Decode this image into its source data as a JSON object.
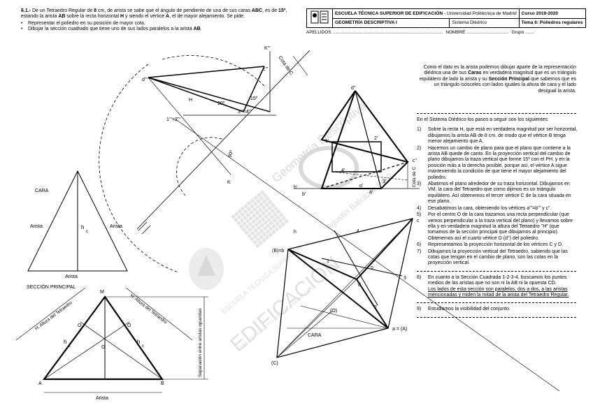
{
  "header": {
    "school": "ESCUELA TÉCNICA SUPERIOR DE EDIFICACIÓN",
    "university": " - Universidad Politécnica de Madrid",
    "course": "Curso 2019-2020",
    "subject": "GEOMETRÍA DESCRIPTIVA I",
    "system": "Sistema Diédrico",
    "topic": "Tema 6: Poliedros regulares",
    "apellidos": "APELLIDOS .........................................................................................",
    "nombre": "NOMBRE ..................................",
    "grupo": "Grupo ......."
  },
  "problem": {
    "number": "6.1.-",
    "text_a": " De un Tetraedro Regular de ",
    "edge": "8",
    "text_b": " cm, de arista se sabe que el ángulo de pendiente de una de sus caras ",
    "face": "ABC",
    "text_c": ", es de ",
    "angle": "15º",
    "text_d": ", estando la arista ",
    "ab": "AB",
    "text_e": " sobre la recta horizontal ",
    "h": "H",
    "text_f": " y siendo el vértice ",
    "a": "A",
    "text_g": ", el de mayor alejamiento. Se pide:",
    "bullet1": "Representar el poliedro en su posición de mayor cota.",
    "bullet2a": "Dibujar la sección cuadrado que tiene uno de sus lados paralelos a la arista ",
    "bullet2b": "AB",
    "bullet2c": "."
  },
  "intro": {
    "a": "Como el dato es la arista podemos dibujar aparte de la representación diédrica una de sus ",
    "caras": "Caras",
    "b": " en verdadera magnitud que es un triángulo equilátero de lado la arista y su ",
    "sp": "Sección Principal",
    "c": " que sabemos que es un triángulo isósceles con lados iguales la altura de cara y el lado desigual la arista."
  },
  "steps_intro": "En el Sistema Diédrico los pasos a seguir son los siguientes:",
  "steps": [
    {
      "n": "1)",
      "t": "Sobre la recta H, que está en verdadera magnitud por ser horizontal, dibujamos la arista AB de 8 cm. de modo que el vértice B tenga menor alejamiento que A."
    },
    {
      "n": "2)",
      "t": "Hacemos un cambio de plano para que el plano que contiene a la arista AB quede de canto. En la proyección vertical del cambio de plano dibujamos la traza vertical que forme 15º con el PH. y en la posición más a la derecha posible, porque así, el vértice A sigue manteniendo la condición de que tiene el mayor alejamiento del poliedro."
    },
    {
      "n": "3)",
      "t": "Abatimos el plano alrededor de su traza horizontal. Dibujamos en VM. la cara del Tetraedro que como dijimos es un triángulo equilátero. Así obtenemos el tercer vértice C de la cara situada en ese plano."
    },
    {
      "n": "4)",
      "t": "Desabatimos la cara, obteniendo los vértices a'''=b''' y c''."
    },
    {
      "n": "5)",
      "t": "Por el centro O de la cara trazamos una recta perpendicular (que vemos perpendicular a la traza vertical del plano) y llevamos sobre ella y en verdadera magnitud la altura del Tetraedro \"H\" (que tomamos de la sección principal que dibujamos al principio). Obtenemos así el cuarto vértice D (d'') del poliedro."
    },
    {
      "n": "6)",
      "t": "Representamos la proyección horizontal de los vértices  C y D."
    },
    {
      "n": "7)",
      "t": "Dibujamos la proyección vertical del Tetraedro, sabiendo que las cotas que tengan en el cambio de plano, son las cotas en la proyección vertical."
    }
  ],
  "step8": {
    "n": "8)",
    "a": "En cuanto a la Sección Cuadrada 1-2-3-4, buscamos los puntos medios de las aristas que no son ni la AB ni la opuesta CD.",
    "b": "Los lados de esta sección son paralelos, dos a dos, a las aristas mencionadas y miden la mitad de la arista del Tetraedro Regular."
  },
  "step9": {
    "n": "9)",
    "t": "Estudiamos la visibilidad del conjunto."
  },
  "labels": {
    "cara": "CARA",
    "arista_l": "Arista",
    "arista_r": "Arista",
    "arista_b": "Arista",
    "hc": "h",
    "hc_sub": "c",
    "seccion": "SECCIÓN PRINCIPAL",
    "m": "M",
    "o1": "O",
    "o2": "O",
    "g": "G",
    "a": "A",
    "b": "B",
    "h_alt_l": "H: Altura del Tetraedro",
    "h_alt_r": "H: Altura del Tetraedro",
    "separacion": "Separación entre aristas opuestas",
    "arista_sp": "Arista",
    "d3": "d'''",
    "c3": "c'''",
    "k3": "K'''",
    "cota_c": "Cota de C",
    "hline": "H",
    "deg90a": "90º",
    "deg15": "15º",
    "p12": "1'''=2'''",
    "p34": "3'''=4'''",
    "deg90b": "90º",
    "k": "K",
    "h_low": "h",
    "bb": "(B)=b",
    "c_low": "c",
    "n1": "1",
    "n2": "2",
    "n3": "3",
    "n4": "4",
    "o_low": "o",
    "d_low": "d",
    "o_cap": "(O)",
    "cara2": "CARA",
    "aA": "a = (A)",
    "cC": "(C)",
    "d2": "d''",
    "n1p": "1'",
    "n2p": "2'",
    "n4p": "4'",
    "n3p": "3'",
    "c2": "c''",
    "a2": "a'",
    "b2": "b'",
    "h2": "h'",
    "o2p": "o'",
    "cota_c2": "Cota de C",
    "wm1": "Geometría Descriptiva",
    "wm2": "Agustín Balcázar Fdez.",
    "wm3": "EDIFICACIÓN",
    "wm4": "ESCUELA TÉCNICA SUPERIOR",
    "wm5": "UNIVERSIDAD POLITÉCNICA DE MADRID"
  }
}
